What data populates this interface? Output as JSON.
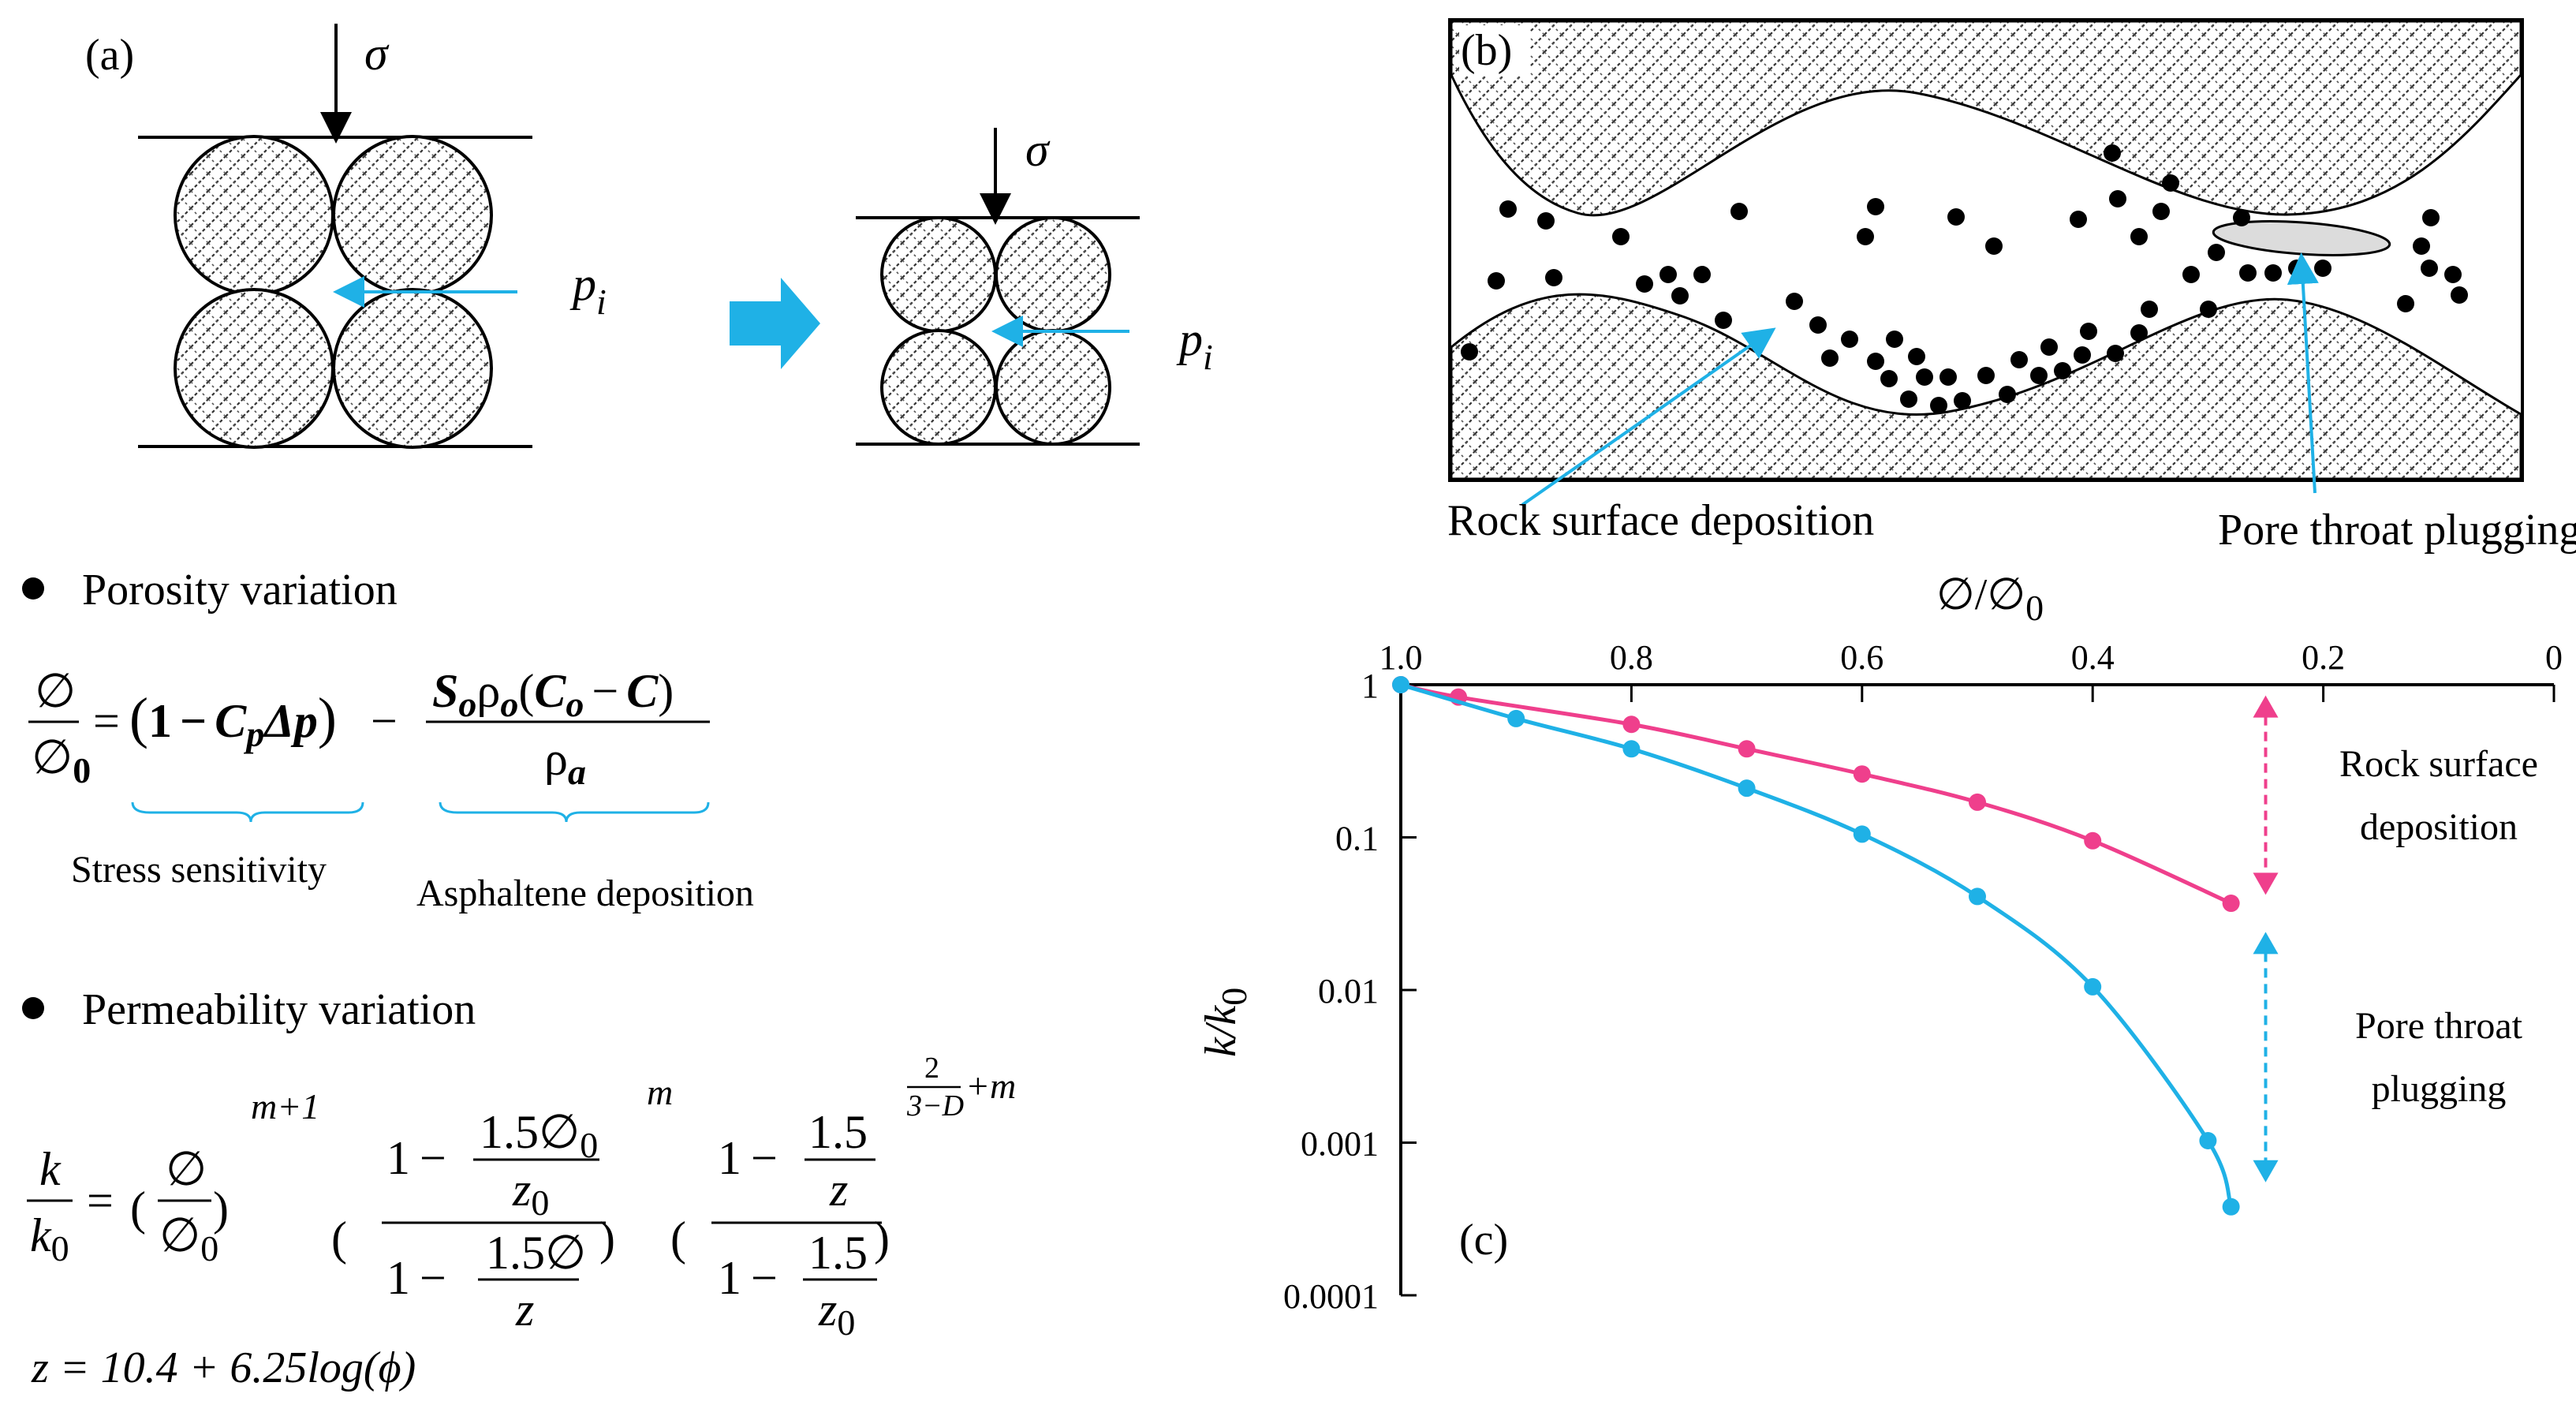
{
  "panel_a": {
    "label": "(a)",
    "stress_symbol": "σ",
    "pressure_symbol": "p",
    "pressure_subscript": "i"
  },
  "panel_b": {
    "label": "(b)",
    "callout_deposition": "Rock surface deposition",
    "callout_plugging": "Pore throat plugging"
  },
  "porosity": {
    "heading": "Porosity variation",
    "lhs_num": "∅",
    "lhs_den": "∅",
    "lhs_den_sub": "0",
    "eq": "=",
    "one": "1",
    "minus": "−",
    "cp": "C",
    "cp_sub": "p",
    "dp": "Δp",
    "so": "S",
    "so_sub": "o",
    "rho": "ρ",
    "rho_sub": "o",
    "co": "C",
    "co_sub": "o",
    "c": "C",
    "rho_a": "ρ",
    "rho_a_sub": "a",
    "brace1_label": "Stress sensitivity",
    "brace2_label": "Asphaltene deposition"
  },
  "permeability": {
    "heading": "Permeability variation",
    "k": "k",
    "k0": "k",
    "sub0": "0",
    "exp1": "m+1",
    "exp2": "m",
    "phi": "∅",
    "one": "1",
    "minus": "−",
    "c15": "1.5",
    "z": "z",
    "exp3_num": "2",
    "exp3_den": "3−D",
    "exp3_tail": "+m",
    "z_eq": "z = 10.4 + 6.25log(ϕ)"
  },
  "chart_data": {
    "type": "line",
    "panel_label": "(c)",
    "xlabel": "∅/∅",
    "xlabel_sub": "0",
    "ylabel": "k/k",
    "ylabel_sub": "0",
    "x_axis_position": "top",
    "x_reversed": true,
    "xlim": [
      0,
      1.0
    ],
    "x_ticks": [
      "1.0",
      "0.8",
      "0.6",
      "0.4",
      "0.2",
      "0"
    ],
    "x_tick_values": [
      1.0,
      0.8,
      0.6,
      0.4,
      0.2,
      0
    ],
    "y_scale": "log",
    "ylim": [
      0.0001,
      1
    ],
    "y_ticks": [
      "1",
      "0.1",
      "0.01",
      "0.001",
      "0.0001"
    ],
    "y_tick_values": [
      1,
      0.1,
      0.01,
      0.001,
      0.0001
    ],
    "series": [
      {
        "color": "#ef3f8c",
        "x": [
          1.0,
          0.95,
          0.8,
          0.7,
          0.6,
          0.5,
          0.4,
          0.28
        ],
        "y": [
          1.0,
          0.83,
          0.55,
          0.38,
          0.26,
          0.17,
          0.095,
          0.037
        ]
      },
      {
        "color": "#1fb1e6",
        "x": [
          1.0,
          0.9,
          0.8,
          0.7,
          0.6,
          0.5,
          0.4,
          0.3,
          0.28
        ],
        "y": [
          1.0,
          0.6,
          0.38,
          0.21,
          0.105,
          0.041,
          0.0105,
          0.00103,
          0.00038
        ]
      }
    ],
    "annotations": [
      {
        "text_line1": "Rock surface",
        "text_line2": "deposition",
        "color": "#ef3f8c",
        "x": 0.25,
        "y_from": 0.85,
        "y_to": 0.042
      },
      {
        "text_line1": "Pore throat",
        "text_line2": "plugging",
        "color": "#1fb1e6",
        "x": 0.25,
        "y_from": 0.024,
        "y_to": 0.00055
      }
    ]
  }
}
